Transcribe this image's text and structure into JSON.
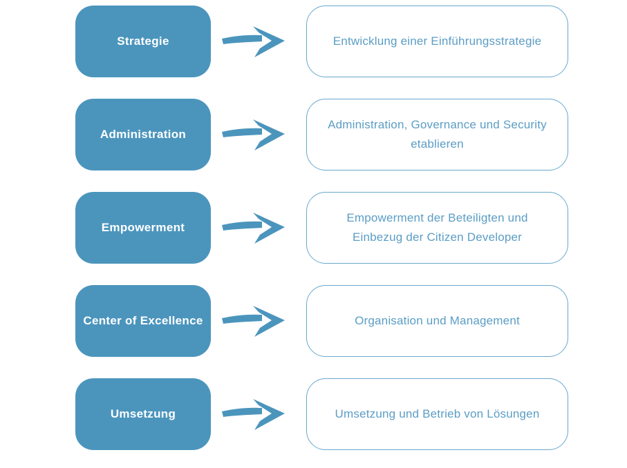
{
  "diagram": {
    "rows": [
      {
        "label": "Strategie",
        "description": "Entwicklung einer Einführungsstrategie"
      },
      {
        "label": "Administration",
        "description": "Administration, Governance und Security etablieren"
      },
      {
        "label": "Empowerment",
        "description": "Empowerment der Beteiligten und Einbezug der Citizen Developer"
      },
      {
        "label": "Center of Excellence",
        "description": "Organisation und Management"
      },
      {
        "label": "Umsetzung",
        "description": "Umsetzung und Betrieb von Lösungen"
      }
    ],
    "icons": {
      "arrow": "arrow-right-icon"
    },
    "colors": {
      "background": "#ffffff",
      "box_fill": "#4b95bd",
      "box_text": "#ffffff",
      "outline_border": "#68a8cc",
      "outline_text": "#5b9dc5",
      "arrow": "#4b95bd"
    }
  }
}
